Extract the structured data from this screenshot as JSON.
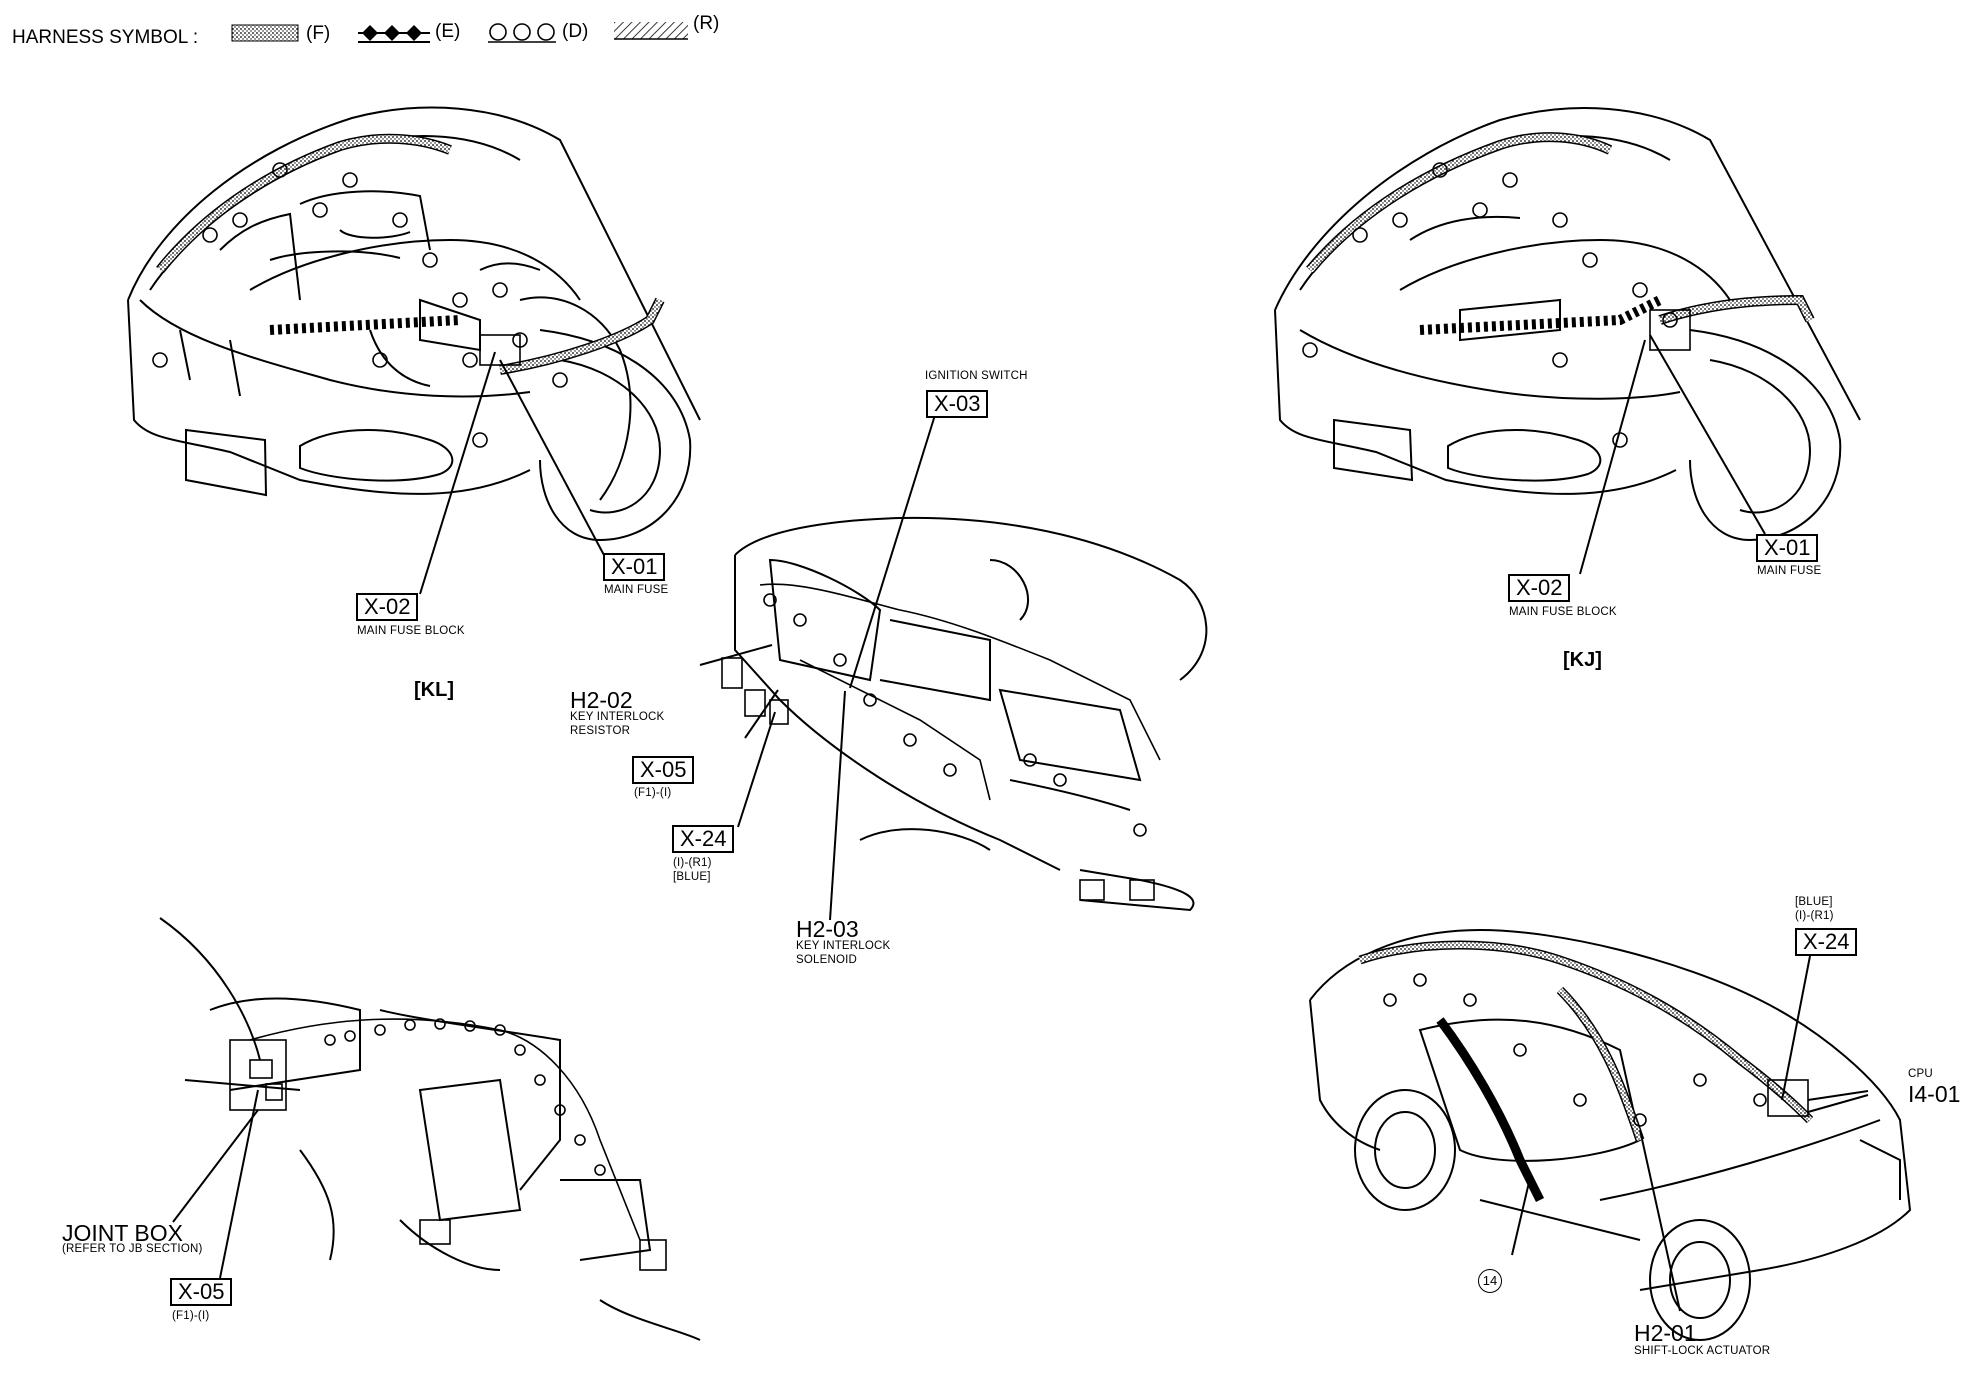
{
  "legend": {
    "title": "HARNESS SYMBOL :",
    "items": [
      {
        "code": "(F)",
        "pattern": "stipple"
      },
      {
        "code": "(E)",
        "pattern": "diamonds"
      },
      {
        "code": "(D)",
        "pattern": "circles"
      },
      {
        "code": "(R)",
        "pattern": "hatch"
      }
    ]
  },
  "views": {
    "kl": {
      "tag": "[KL]"
    },
    "kj": {
      "tag": "[KJ]"
    }
  },
  "connectors": {
    "kl_x01": {
      "code": "X-01",
      "desc": "MAIN FUSE"
    },
    "kl_x02": {
      "code": "X-02",
      "desc": "MAIN FUSE BLOCK"
    },
    "kj_x01": {
      "code": "X-01",
      "desc": "MAIN FUSE"
    },
    "kj_x02": {
      "code": "X-02",
      "desc": "MAIN FUSE BLOCK"
    },
    "x03": {
      "code": "X-03",
      "desc": "IGNITION SWITCH"
    },
    "h2_02": {
      "code": "H2-02",
      "desc1": "KEY INTERLOCK",
      "desc2": "RESISTOR"
    },
    "x05_dash": {
      "code": "X-05",
      "sub": "(F1)-(I)"
    },
    "x24_dash": {
      "code": "X-24",
      "sub1": "(I)-(R1)",
      "sub2": "[BLUE]"
    },
    "h2_03": {
      "code": "H2-03",
      "desc1": "KEY INTERLOCK",
      "desc2": "SOLENOID"
    },
    "joint_box": {
      "title": "JOINT BOX",
      "desc": "(REFER TO JB SECTION)"
    },
    "x05_jb": {
      "code": "X-05",
      "sub": "(F1)-(I)"
    },
    "x24_car": {
      "code": "X-24",
      "sub1": "[BLUE]",
      "sub2": "(I)-(R1)"
    },
    "i4_01": {
      "code": "I4-01",
      "desc": "CPU"
    },
    "ground14": {
      "num": "14"
    },
    "h2_01": {
      "code": "H2-01",
      "desc": "SHIFT-LOCK ACTUATOR"
    }
  }
}
